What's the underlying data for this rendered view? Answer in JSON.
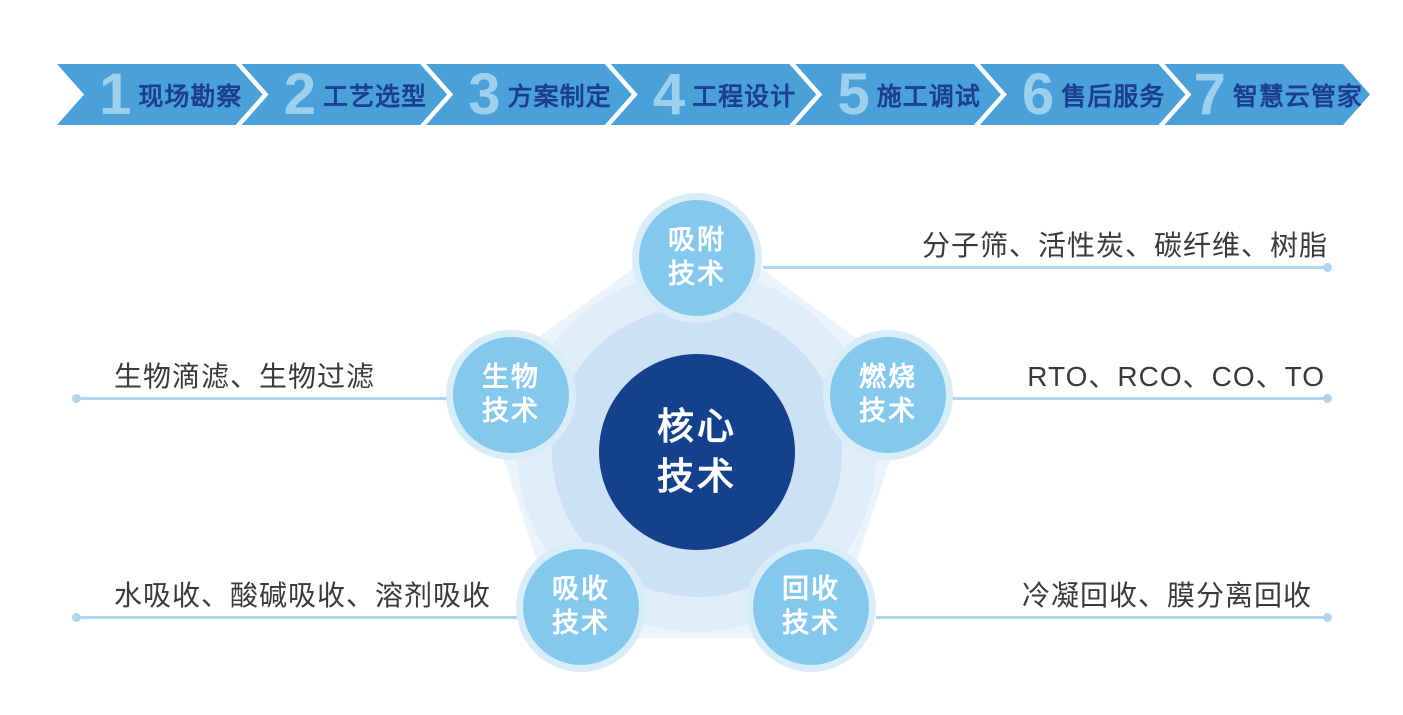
{
  "process_bar": {
    "steps": [
      {
        "number": "1",
        "label": "现场勘察"
      },
      {
        "number": "2",
        "label": "工艺选型"
      },
      {
        "number": "3",
        "label": "方案制定"
      },
      {
        "number": "4",
        "label": "工程设计"
      },
      {
        "number": "5",
        "label": "施工调试"
      },
      {
        "number": "6",
        "label": "售后服务"
      },
      {
        "number": "7",
        "label": "智慧云管家"
      }
    ],
    "colors": {
      "band": "#4aa1d9",
      "number": "#9dd0ec",
      "label": "#1c3e8e"
    }
  },
  "diagram": {
    "center": {
      "line1": "核心",
      "line2": "技术",
      "color": "#15418c"
    },
    "nodes": [
      {
        "id": "adsorption",
        "line1": "吸附",
        "line2": "技术",
        "detail": "分子筛、活性炭、碳纤维、树脂",
        "side": "right"
      },
      {
        "id": "bio",
        "line1": "生物",
        "line2": "技术",
        "detail": "生物滴滤、生物过滤",
        "side": "left"
      },
      {
        "id": "combustion",
        "line1": "燃烧",
        "line2": "技术",
        "detail": "RTO、RCO、CO、TO",
        "side": "right"
      },
      {
        "id": "absorption",
        "line1": "吸收",
        "line2": "技术",
        "detail": "水吸收、酸碱吸收、溶剂吸收",
        "side": "left"
      },
      {
        "id": "recovery",
        "line1": "回收",
        "line2": "技术",
        "detail": "冷凝回收、膜分离回收",
        "side": "right"
      }
    ],
    "colors": {
      "node_fill": "#85c8ee",
      "node_ring": "#d9edf9",
      "line": "#b0d6ee",
      "detail_text": "#3a3a3a"
    }
  }
}
